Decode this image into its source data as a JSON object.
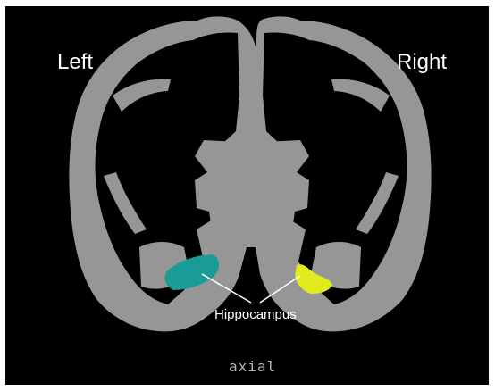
{
  "labels": {
    "left": "Left",
    "right": "Right",
    "structure": "Hippocampus",
    "view": "axial"
  },
  "colors": {
    "background": "#000000",
    "tissue": "#969696",
    "left_hippocampus": "#1a9c96",
    "right_hippocampus": "#dfeb1c",
    "pointer_line": "#ffffff"
  }
}
